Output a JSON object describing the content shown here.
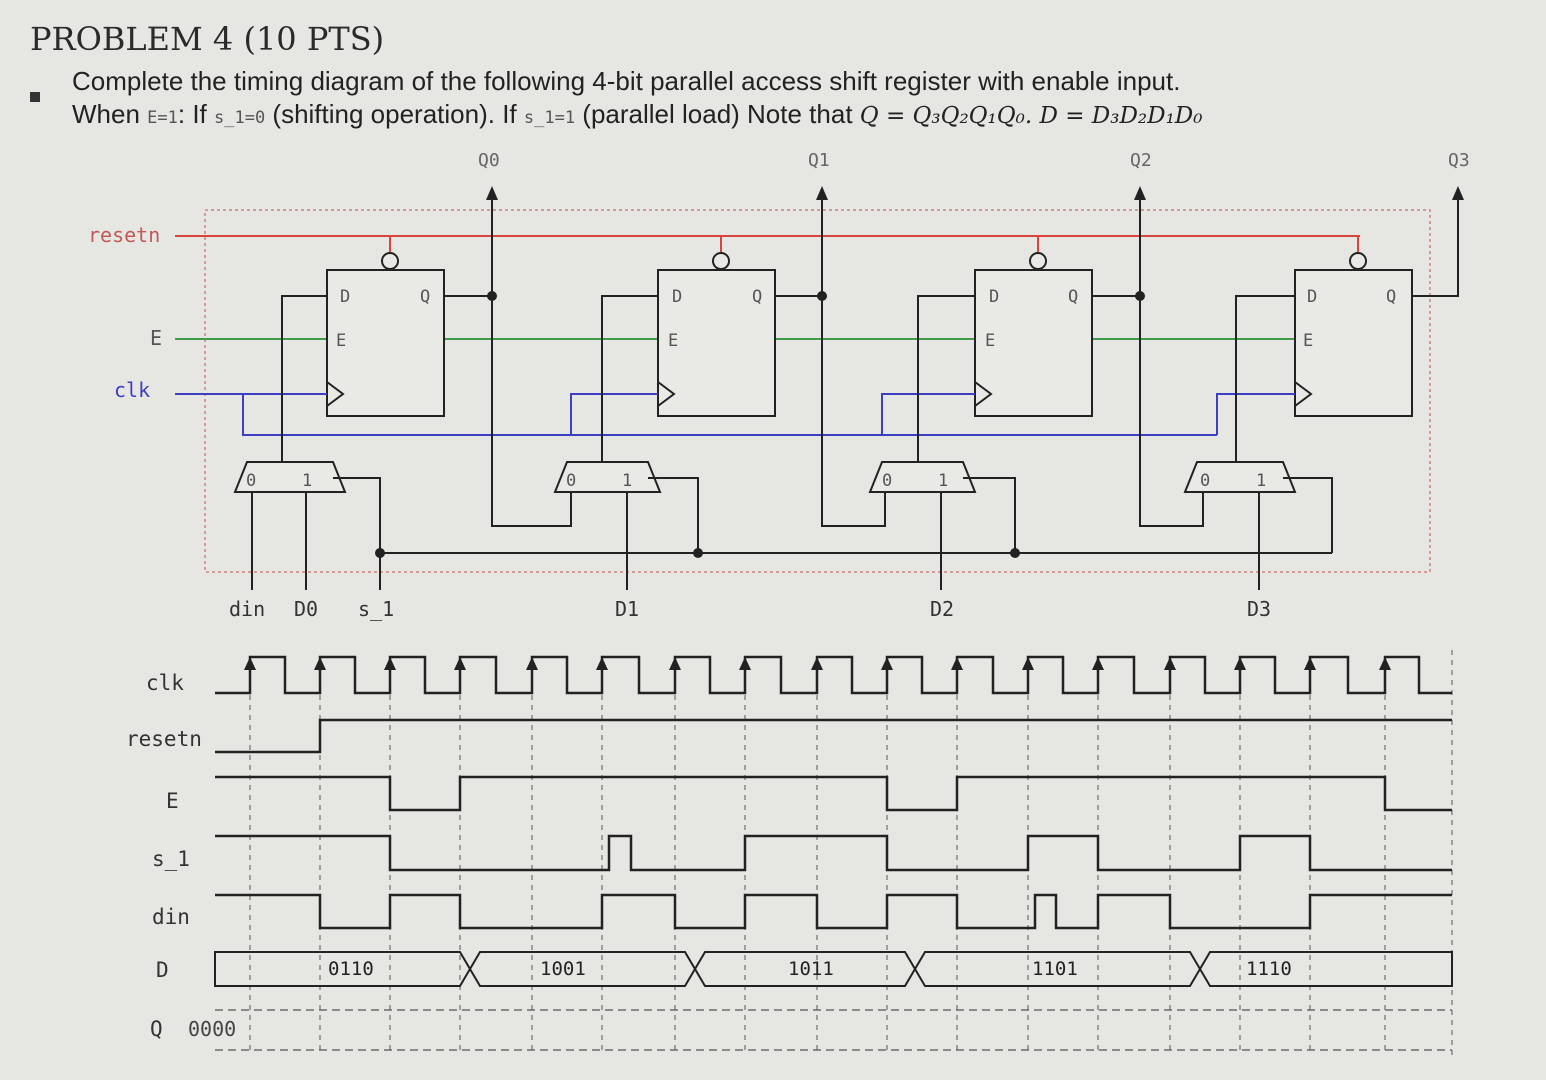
{
  "problem": {
    "title": "PROBLEM 4 (10 PTS)",
    "instruction": "Complete the timing diagram of the following 4-bit parallel access shift register with enable input.",
    "when_text": "When ",
    "enable_cond": "E=1",
    "if_text1": ": If ",
    "shift_cond": "s_1=0",
    "shift_desc": " (shifting operation). If ",
    "load_cond": "s_1=1",
    "load_desc": " (parallel load) Note that ",
    "q_def": "Q = Q₃Q₂Q₁Q₀. ",
    "d_def": "D = D₃D₂D₁D₀"
  },
  "circuit": {
    "outputs": [
      "Q0",
      "Q1",
      "Q2",
      "Q3"
    ],
    "input_labels": {
      "resetn": "resetn",
      "E": "E",
      "clk": "clk"
    },
    "ff_pins": {
      "d": "D",
      "q": "Q",
      "e": "E"
    },
    "mux_inputs": [
      "0",
      "1"
    ],
    "bottom_inputs": {
      "din": "din",
      "d0": "D0",
      "s1": "s_1",
      "d1": "D1",
      "d2": "D2",
      "d3": "D3"
    },
    "colors": {
      "resetn": "#d9443c",
      "E": "#3f9a4a",
      "clk": "#3c3fc4",
      "wire": "#222222"
    }
  },
  "timing": {
    "signals": [
      "clk",
      "resetn",
      "E",
      "s_1",
      "din",
      "D",
      "Q"
    ],
    "d_values": [
      "0110",
      "1001",
      "1011",
      "1101",
      "1110"
    ],
    "q_initial": "0000",
    "resetn_levels": [
      0,
      1,
      1,
      1,
      1,
      1,
      1,
      1,
      1,
      1,
      1,
      1,
      1,
      1,
      1,
      1,
      1
    ],
    "E_levels": [
      1,
      1,
      0,
      1,
      1,
      1,
      1,
      1,
      1,
      0,
      1,
      1,
      1,
      1,
      1,
      1,
      0
    ],
    "s1_levels": [
      1,
      1,
      0,
      0,
      0,
      0.5,
      0,
      1,
      1,
      0,
      0,
      1,
      0,
      0,
      1,
      0,
      0
    ],
    "din_levels": [
      1,
      0,
      1,
      0,
      0,
      1,
      0,
      1,
      0,
      1,
      0,
      0.5,
      1,
      0,
      0,
      1,
      1
    ]
  }
}
